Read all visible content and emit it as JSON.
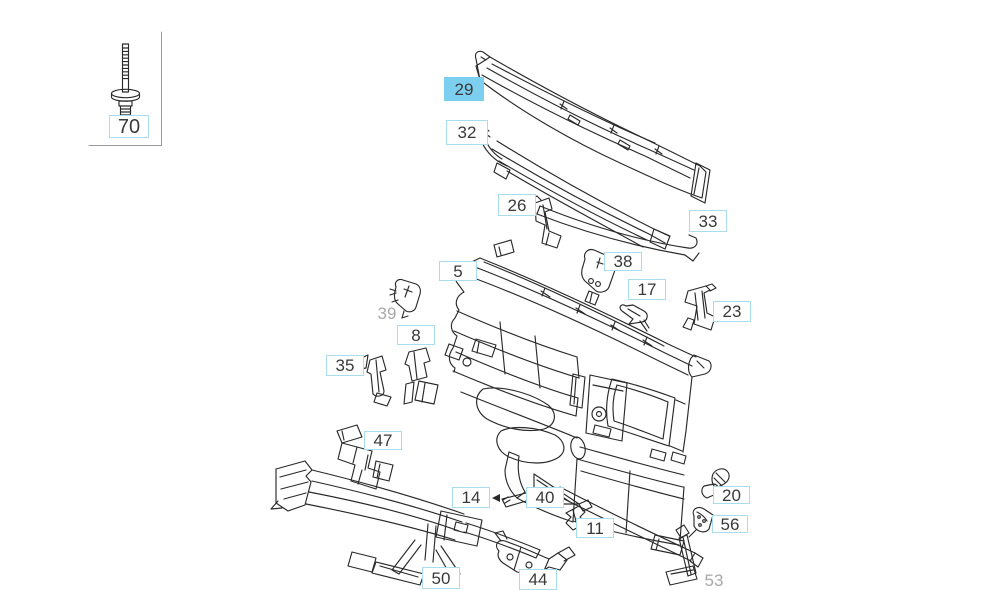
{
  "diagram": {
    "type": "exploded-parts-view",
    "subject": "cowl-and-firewall-assembly",
    "inset": {
      "part_label": "70"
    },
    "callouts": {
      "p70": {
        "text": "70",
        "style": "boxed"
      },
      "p29": {
        "text": "29",
        "style": "highlighted"
      },
      "p32": {
        "text": "32",
        "style": "boxed"
      },
      "p26": {
        "text": "26",
        "style": "boxed"
      },
      "p33": {
        "text": "33",
        "style": "boxed"
      },
      "p5": {
        "text": "5",
        "style": "boxed"
      },
      "p38": {
        "text": "38",
        "style": "boxed"
      },
      "p17": {
        "text": "17",
        "style": "boxed"
      },
      "p23": {
        "text": "23",
        "style": "boxed"
      },
      "p39": {
        "text": "39",
        "style": "muted"
      },
      "p8": {
        "text": "8",
        "style": "boxed"
      },
      "p35": {
        "text": "35",
        "style": "boxed"
      },
      "p47": {
        "text": "47",
        "style": "boxed"
      },
      "p14": {
        "text": "14",
        "style": "boxed"
      },
      "p40": {
        "text": "40",
        "style": "boxed"
      },
      "p11": {
        "text": "11",
        "style": "boxed"
      },
      "p20": {
        "text": "20",
        "style": "boxed"
      },
      "p56": {
        "text": "56",
        "style": "boxed"
      },
      "p50": {
        "text": "50",
        "style": "boxed"
      },
      "p44": {
        "text": "44",
        "style": "boxed"
      },
      "p53": {
        "text": "53",
        "style": "muted"
      }
    },
    "colors": {
      "highlight_fill": "#7ccfee",
      "callout_border": "#aadcf0",
      "line_art": "#2a2a2a",
      "muted_label": "#a8a8a8",
      "frame_line": "#9a9a9a",
      "background": "#ffffff",
      "label_text": "#3a3a3a"
    }
  }
}
